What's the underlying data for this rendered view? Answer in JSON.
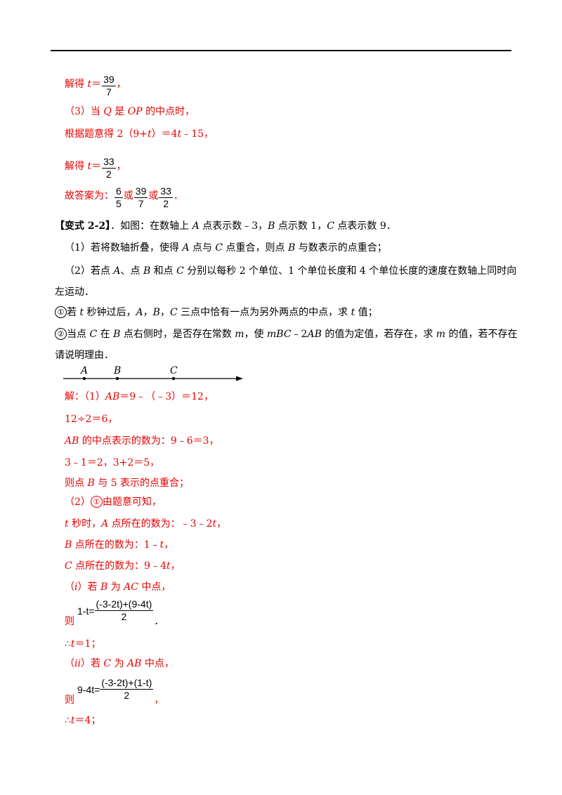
{
  "prev": {
    "l1_pre": "解得 ",
    "l1_var": "t",
    "l1_eq": "＝",
    "l1_num": "39",
    "l1_den": "7",
    "l1_post": "，",
    "l2_a": "（3）当 ",
    "l2_q": "Q",
    "l2_b": " 是 ",
    "l2_op": "OP",
    "l2_c": " 的中点时，",
    "l3_a": "根据题意得 2（9+",
    "l3_t": "t",
    "l3_b": "）＝4",
    "l3_t2": "t",
    "l3_c": "﹣15，",
    "l4_pre": "解得 ",
    "l4_var": "t",
    "l4_eq": "＝",
    "l4_num": "33",
    "l4_den": "2",
    "l4_post": "，",
    "ans_pre": "故答案为：",
    "ans_f1n": "6",
    "ans_f1d": "5",
    "ans_or1": "或",
    "ans_f2n": "39",
    "ans_f2d": "7",
    "ans_or2": "或",
    "ans_f3n": "33",
    "ans_f3d": "2",
    "ans_post": "．"
  },
  "problem": {
    "label": "【变式 2-2】",
    "stem_a": "．如图：在数轴上 ",
    "A": "A",
    "stem_b": " 点表示数﹣3，",
    "B": "B",
    "stem_c": " 点示数 1，",
    "C": "C",
    "stem_d": " 点表示数 9．",
    "p1_a": "（1）若将数轴折叠，使得 ",
    "p1_b": " 点与 ",
    "p1_c": " 点重合，则点 ",
    "p1_d": " 与数表示的点重合；",
    "p2_a": "（2）若点  ",
    "p2_b": "、点 ",
    "p2_c": " 和点 ",
    "p2_d": " 分别以每秒 2 个单位、1 个单位长度和 4 个单位长度的速度在数轴上同时向",
    "p2_e": "左运动．",
    "s1_num": "①",
    "s1_a": "若 ",
    "s1_t": "t",
    "s1_b": " 秒钟过后，",
    "s1_c": "，",
    "s1_d": "，",
    "s1_e": " 三点中恰有一点为另外两点的中点，求 ",
    "s1_f": " 值；",
    "s2_num": "②",
    "s2_a": "当点 ",
    "s2_b": " 在 ",
    "s2_c": " 点右侧时，是否存在常数 ",
    "s2_m": "m",
    "s2_d": "，使 ",
    "s2_expr": "mBC",
    "s2_minus": "﹣2",
    "s2_ab": "AB",
    "s2_e": " 的值为定值，若存在，求 ",
    "s2_f": " 的值，若不存在",
    "s2_g": "请说明理由．",
    "axis_labels": [
      "A",
      "B",
      "C"
    ]
  },
  "solution": {
    "r1_a": "解：（1）",
    "r1_ab": "AB",
    "r1_b": "＝9﹣（﹣3）＝12，",
    "r2": "12÷2＝6，",
    "r3_ab": "AB",
    "r3_b": " 的中点表示的数为：9﹣6＝3，",
    "r4": "3﹣1＝2，3+2＝5，",
    "r5_a": "则点 ",
    "r5_b": "B",
    "r5_c": " 与 5 表示的点重合；",
    "r6_a": "（2）",
    "r6_num": "①",
    "r6_b": "由题意可知，",
    "r7_t": "t",
    "r7_a": "  秒时，",
    "r7_A": "A",
    "r7_b": " 点所在的数为：﹣3﹣2",
    "r7_t2": "t",
    "r7_c": "，",
    "r8_B": "B",
    "r8_a": " 点所在的数为：1﹣",
    "r8_t": "t",
    "r8_b": "，",
    "r9_C": "C",
    "r9_a": " 点所在的数为：9﹣4",
    "r9_t": "t",
    "r9_b": "，",
    "r10_a": "（",
    "r10_i": "i",
    "r10_b": "）若 ",
    "r10_B": "B",
    "r10_c": " 为 ",
    "r10_AC": "AC",
    "r10_d": " 中点，",
    "r11_ze": "则",
    "r11_lhs": "1-t=",
    "r11_num": "(-3-2t)+(9-4t)",
    "r11_den": "2",
    "r11_post": "．",
    "r12_a": "∴",
    "r12_t": "t",
    "r12_b": "＝1；",
    "r13_a": "（",
    "r13_i": "ii",
    "r13_b": "）若 ",
    "r13_C": "C",
    "r13_c": " 为 ",
    "r13_AB": "AB",
    "r13_d": " 中点，",
    "r14_ze": "则",
    "r14_lhs": "9-4t=",
    "r14_num": "(-3-2t)+(1-t)",
    "r14_den": "2",
    "r14_post": "，",
    "r15_a": "∴",
    "r15_t": "t",
    "r15_b": "＝4；"
  },
  "colors": {
    "answer": "#e60000",
    "text": "#000000"
  }
}
